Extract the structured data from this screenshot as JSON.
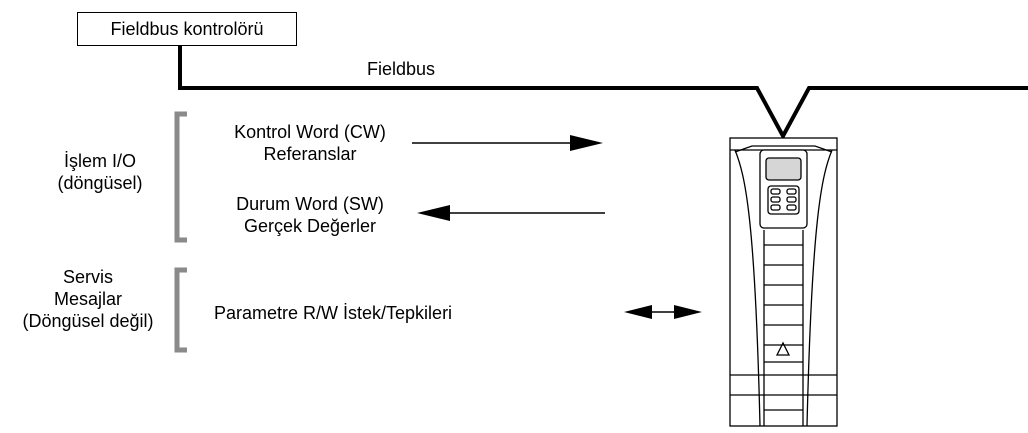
{
  "controller": {
    "label": "Fieldbus kontrolörü"
  },
  "bus": {
    "label": "Fieldbus"
  },
  "process_io": {
    "group_label_line1": "İşlem I/O",
    "group_label_line2": "(döngüsel)",
    "control_word": "Kontrol Word (CW)",
    "references": "Referanslar",
    "status_word": "Durum Word (SW)",
    "actual_values": "Gerçek Değerler"
  },
  "service": {
    "group_label_line1": "Servis",
    "group_label_line2": "Mesajlar",
    "group_label_line3": "(Döngüsel değil)",
    "parameter_rw": "Parametre R/W İstek/Tepkileri"
  },
  "colors": {
    "bracket": "#8a8a8a",
    "line": "#000000"
  }
}
